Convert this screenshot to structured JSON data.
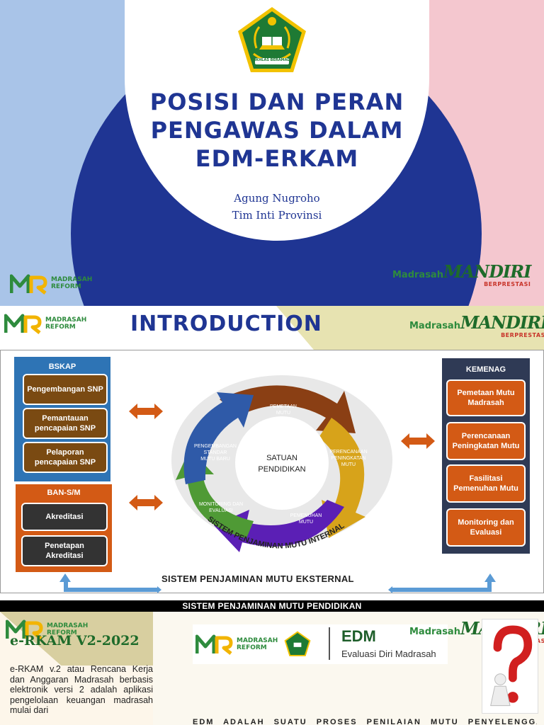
{
  "slide1": {
    "title_lines": [
      "POSISI DAN PERAN",
      "PENGAWAS DALAM",
      "EDM-ERKAM"
    ],
    "author": "Agung Nugroho",
    "role": "Tim Inti Provinsi",
    "emblem_motto": "IKHLAS BERAMAL",
    "madrasah_reform": {
      "line1": "MADRASAH",
      "line2": "REFORM"
    },
    "mandiri": {
      "prefix": "Madrasah",
      "word": "MANDIRI",
      "suffix": "BERPRESTASI"
    }
  },
  "slide2": {
    "title": "INTRODUCTION",
    "bskap": {
      "header": "BSKAP",
      "items": [
        "Pengembangan SNP",
        "Pemantauan pencapaian SNP",
        "Pelaporan pencapaian SNP"
      ]
    },
    "bansm": {
      "header": "BAN-S/M",
      "items": [
        "Akreditasi",
        "Penetapan Akreditasi"
      ]
    },
    "kemenag": {
      "header": "KEMENAG",
      "items": [
        "Pemetaan Mutu Madrasah",
        "Perencanaan Peningkatan Mutu",
        "Fasilitasi Pemenuhan Mutu",
        "Monitoring dan Evaluasi"
      ]
    },
    "cycle": {
      "center": [
        "SATUAN",
        "PENDIDIKAN"
      ],
      "segments": [
        {
          "label": [
            "PEMETAAN",
            "MUTU"
          ],
          "color": "#8a3f14"
        },
        {
          "label": [
            "PERENCANAAN",
            "PENINGKATAN",
            "MUTU"
          ],
          "color": "#d7a31a"
        },
        {
          "label": [
            "PEMENUHAN",
            "MUTU"
          ],
          "color": "#5b1fb5"
        },
        {
          "label": [
            "MONITORING DAN",
            "EVALUASI"
          ],
          "color": "#4f9a35"
        },
        {
          "label": [
            "PENGEMBANGAN",
            "STANDAR",
            "MUTU BARU"
          ],
          "color": "#2f5aa8"
        }
      ],
      "arc_text": "SISTEM PENJAMINAN MUTU INTERNAL"
    },
    "external": "SISTEM PENJAMINAN MUTU EKSTERNAL",
    "bottom": "SISTEM PENJAMINAN MUTU PENDIDIKAN",
    "colors": {
      "bskap_panel": "#2e74b5",
      "bansm_panel": "#d35a15",
      "kemenag_panel": "#2f3a55",
      "arrow": "#d35a15",
      "title": "#1f3593"
    }
  },
  "slide3": {
    "title": "e-RKAM V2-2022",
    "paragraph": "e-RKAM v.2 atau Rencana Kerja dan Anggaran Madrasah berbasis elektronik versi 2 adalah aplikasi pengelolaan keuangan madrasah mulai dari",
    "edm_title": "EDM",
    "edm_subtitle": "Evaluasi Diri Madrasah",
    "description": "EDM ADALAH SUATU PROSES PENILAIAN MUTU PENYELENGGARAAN"
  }
}
